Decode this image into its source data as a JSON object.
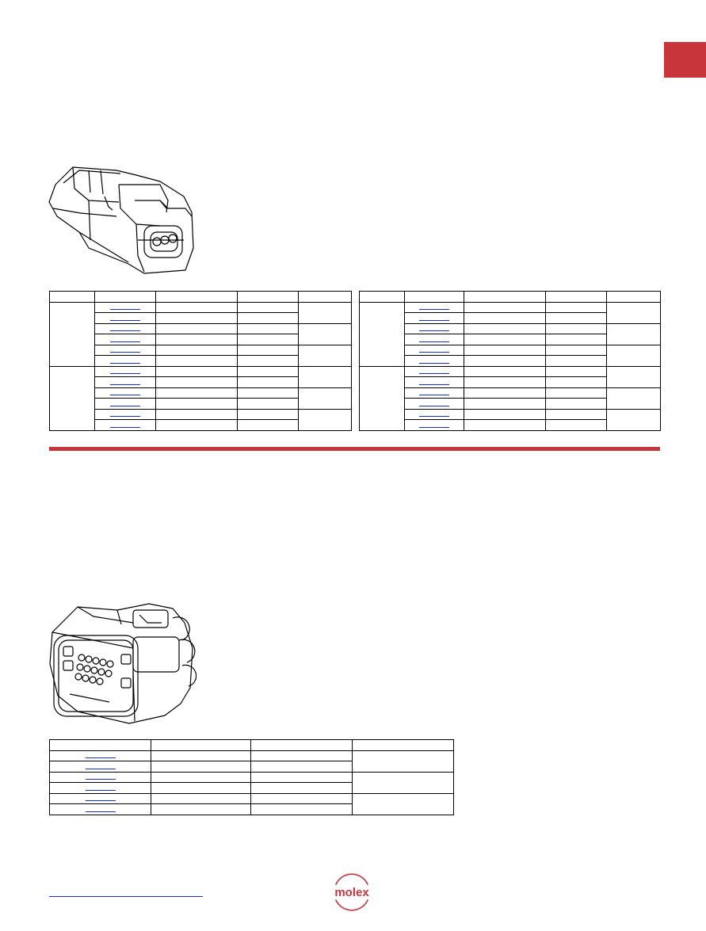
{
  "brand": {
    "logo_text": "molex",
    "accent_color": "#c8363c",
    "link_color": "#1a2fc8"
  },
  "section1": {
    "image_icon": "connector-3-circuit-receptacle-icon",
    "table_left": {
      "rows": 12,
      "groups": 2,
      "subgroups_per_group": 3
    },
    "table_right": {
      "rows": 12,
      "groups": 2,
      "subgroups_per_group": 3
    }
  },
  "section2": {
    "image_icon": "connector-16-circuit-receptacle-icon",
    "table": {
      "rows": 6,
      "subgroups": 3
    }
  }
}
